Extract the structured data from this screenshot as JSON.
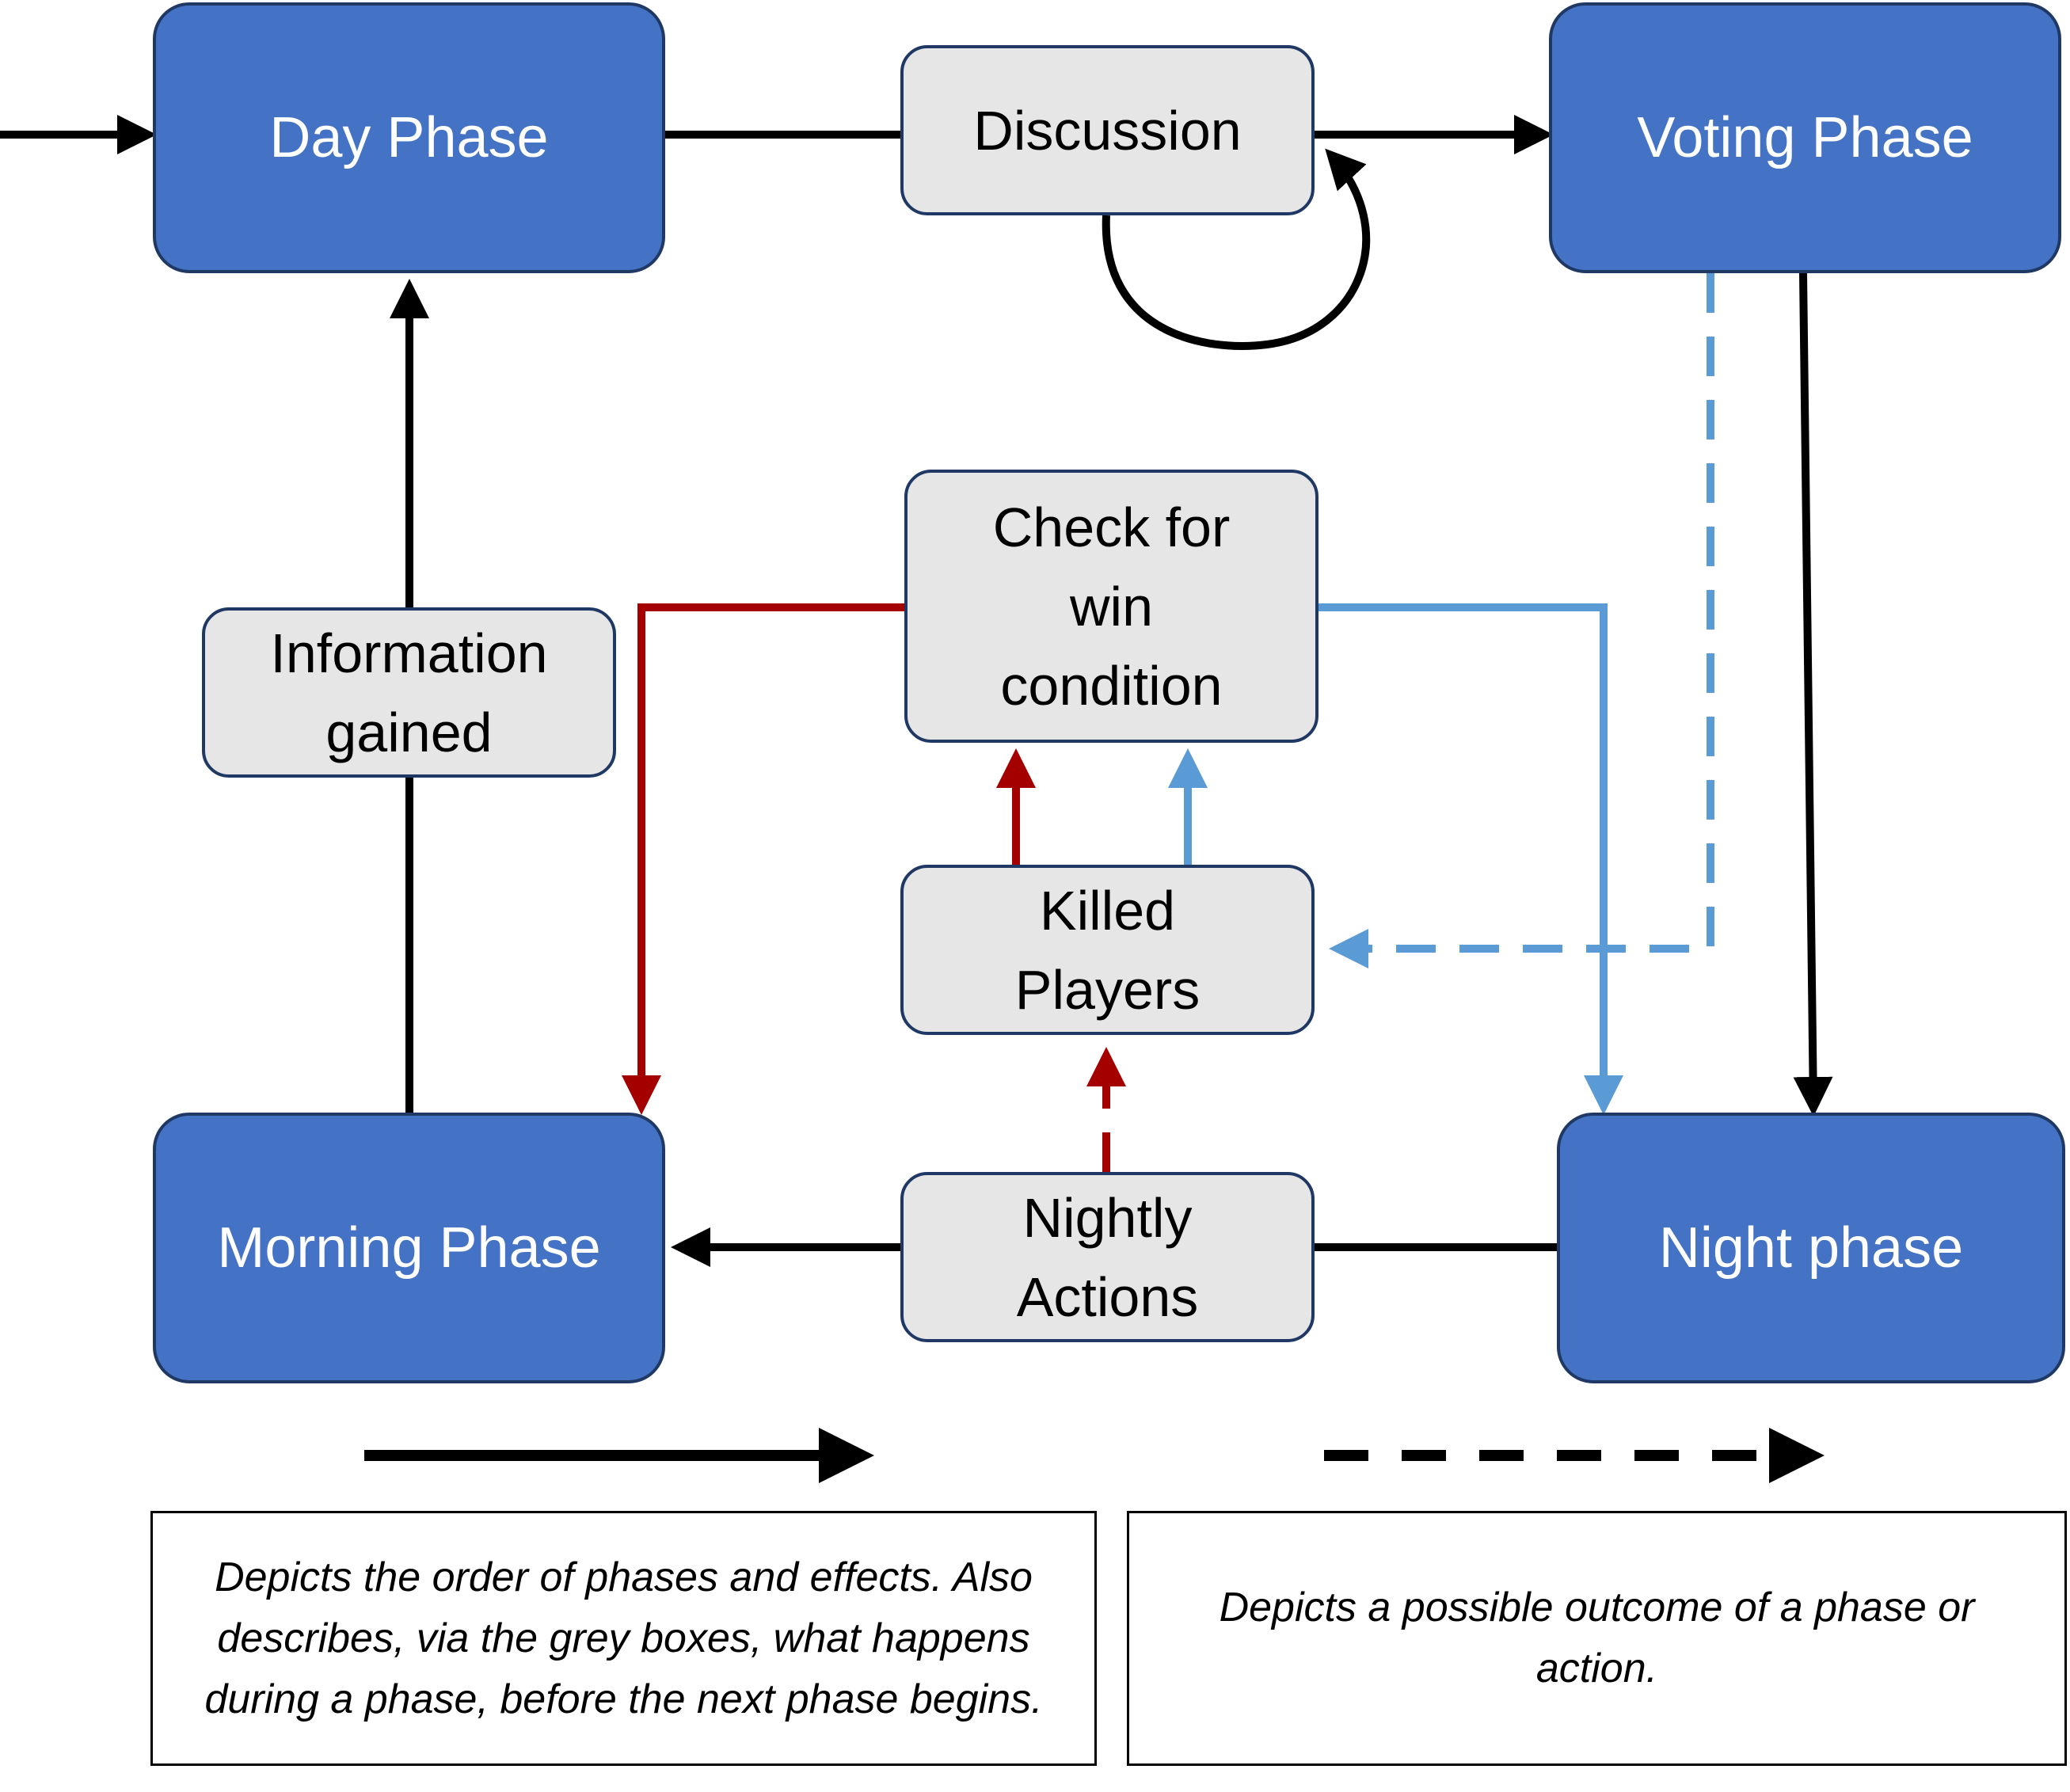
{
  "nodes": {
    "day_phase": "Day Phase",
    "discussion": "Discussion",
    "voting_phase": "Voting Phase",
    "check_win": [
      "Check for",
      "win",
      "condition"
    ],
    "information_gained": [
      "Information",
      "gained"
    ],
    "killed_players": [
      "Killed",
      "Players"
    ],
    "nightly_actions": [
      "Nightly",
      "Actions"
    ],
    "morning_phase": "Morning Phase",
    "night_phase": "Night phase"
  },
  "legend": {
    "solid_text": "Depicts the order of phases and effects. Also describes, via the grey boxes, what happens during a phase, before the next phase begins.",
    "dashed_text": "Depicts a possible outcome of a phase or action."
  },
  "colors": {
    "phase_fill": "#4472C4",
    "phase_border": "#1F3864",
    "step_fill": "#E7E6E6",
    "arrow_black": "#000000",
    "arrow_red": "#A50000",
    "arrow_blue": "#5B9BD5"
  }
}
